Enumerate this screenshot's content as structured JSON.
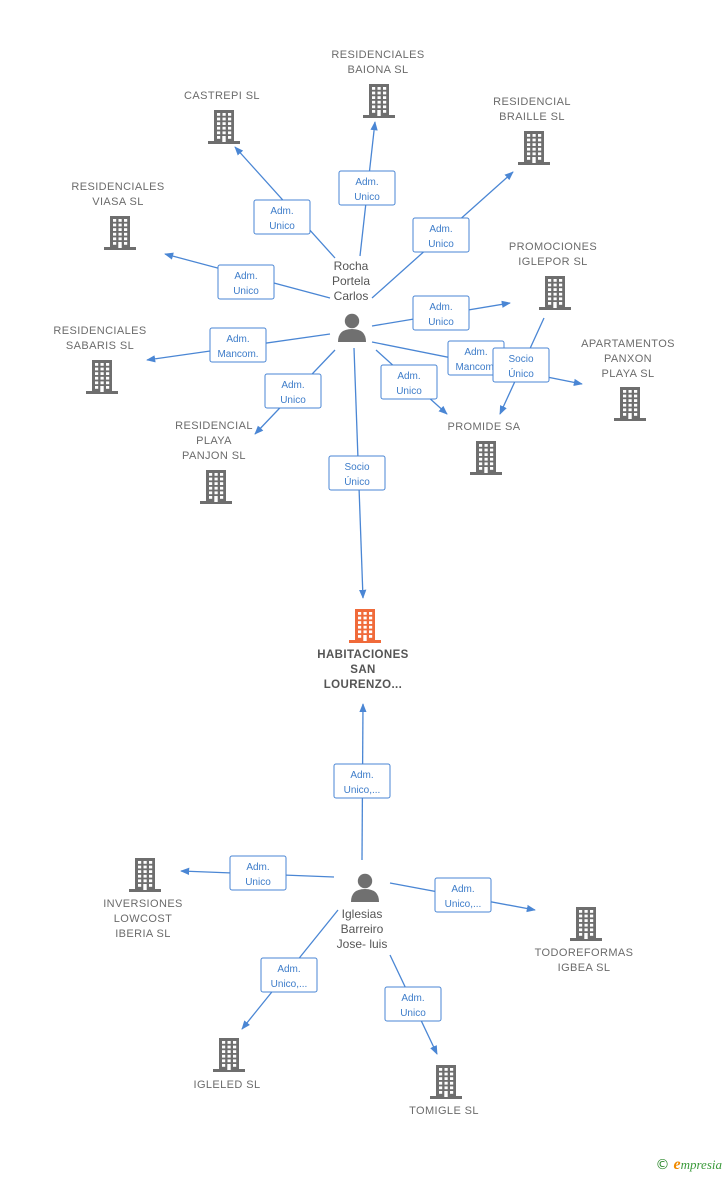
{
  "colors": {
    "edge": "#4a86d4",
    "building": "#6e6e6e",
    "focus_building": "#f06a3a",
    "person": "#707070"
  },
  "persons": [
    {
      "id": "rocha",
      "name_lines": [
        "Rocha",
        "Portela",
        "Carlos"
      ],
      "icon": "person-icon"
    },
    {
      "id": "iglesias",
      "name_lines": [
        "Iglesias",
        "Barreiro",
        "Jose- luis"
      ],
      "icon": "person-icon"
    }
  ],
  "companies": [
    {
      "id": "baiona",
      "name_lines": [
        "RESIDENCIALES",
        "BAIONA SL"
      ],
      "icon": "building-icon"
    },
    {
      "id": "castrepi",
      "name_lines": [
        "CASTREPI SL"
      ],
      "icon": "building-icon"
    },
    {
      "id": "braille",
      "name_lines": [
        "RESIDENCIAL",
        "BRAILLE SL"
      ],
      "icon": "building-icon"
    },
    {
      "id": "viasa",
      "name_lines": [
        "RESIDENCIALES",
        "VIASA SL"
      ],
      "icon": "building-icon"
    },
    {
      "id": "iglepor",
      "name_lines": [
        "PROMOCIONES",
        "IGLEPOR SL"
      ],
      "icon": "building-icon"
    },
    {
      "id": "sabaris",
      "name_lines": [
        "RESIDENCIALES",
        "SABARIS  SL"
      ],
      "icon": "building-icon"
    },
    {
      "id": "panxon",
      "name_lines": [
        "APARTAMENTOS",
        "PANXON",
        "PLAYA SL"
      ],
      "icon": "building-icon"
    },
    {
      "id": "playa",
      "name_lines": [
        "RESIDENCIAL",
        "PLAYA",
        "PANJON SL"
      ],
      "icon": "building-icon"
    },
    {
      "id": "promide",
      "name_lines": [
        "PROMIDE SA"
      ],
      "icon": "building-icon"
    },
    {
      "id": "habitaciones",
      "name_lines": [
        "HABITACIONES",
        "SAN",
        "LOURENZO..."
      ],
      "icon": "building-icon",
      "focus": true
    },
    {
      "id": "inversiones",
      "name_lines": [
        "INVERSIONES",
        "LOWCOST",
        "IBERIA  SL"
      ],
      "icon": "building-icon"
    },
    {
      "id": "todoreformas",
      "name_lines": [
        "TODOREFORMAS",
        "IGBEA SL"
      ],
      "icon": "building-icon"
    },
    {
      "id": "igleled",
      "name_lines": [
        "IGLELED  SL"
      ],
      "icon": "building-icon"
    },
    {
      "id": "tomigle",
      "name_lines": [
        "TOMIGLE SL"
      ],
      "icon": "building-icon"
    }
  ],
  "relations": [
    {
      "from": "rocha",
      "to": "baiona",
      "label_lines": [
        "Adm.",
        "Unico"
      ]
    },
    {
      "from": "rocha",
      "to": "castrepi",
      "label_lines": [
        "Adm.",
        "Unico"
      ]
    },
    {
      "from": "rocha",
      "to": "braille",
      "label_lines": [
        "Adm.",
        "Unico"
      ]
    },
    {
      "from": "rocha",
      "to": "viasa",
      "label_lines": [
        "Adm.",
        "Unico"
      ]
    },
    {
      "from": "rocha",
      "to": "iglepor",
      "label_lines": [
        "Adm.",
        "Unico"
      ]
    },
    {
      "from": "rocha",
      "to": "sabaris",
      "label_lines": [
        "Adm.",
        "Mancom."
      ]
    },
    {
      "from": "rocha",
      "to": "panxon",
      "label_lines": [
        "Adm.",
        "Mancom."
      ]
    },
    {
      "from": "iglepor",
      "to": "promide",
      "label_lines": [
        "Socio",
        "Único"
      ]
    },
    {
      "from": "rocha",
      "to": "playa",
      "label_lines": [
        "Adm.",
        "Unico"
      ]
    },
    {
      "from": "rocha",
      "to": "promide",
      "label_lines": [
        "Adm.",
        "Unico"
      ]
    },
    {
      "from": "rocha",
      "to": "habitaciones",
      "label_lines": [
        "Socio",
        "Único"
      ]
    },
    {
      "from": "iglesias",
      "to": "habitaciones",
      "label_lines": [
        "Adm.",
        "Unico,..."
      ]
    },
    {
      "from": "iglesias",
      "to": "inversiones",
      "label_lines": [
        "Adm.",
        "Unico"
      ]
    },
    {
      "from": "iglesias",
      "to": "todoreformas",
      "label_lines": [
        "Adm.",
        "Unico,..."
      ]
    },
    {
      "from": "iglesias",
      "to": "igleled",
      "label_lines": [
        "Adm.",
        "Unico,..."
      ]
    },
    {
      "from": "iglesias",
      "to": "tomigle",
      "label_lines": [
        "Adm.",
        "Unico"
      ]
    }
  ],
  "brand": {
    "copyright": "©",
    "e": "e",
    "rest": "mpresia"
  }
}
